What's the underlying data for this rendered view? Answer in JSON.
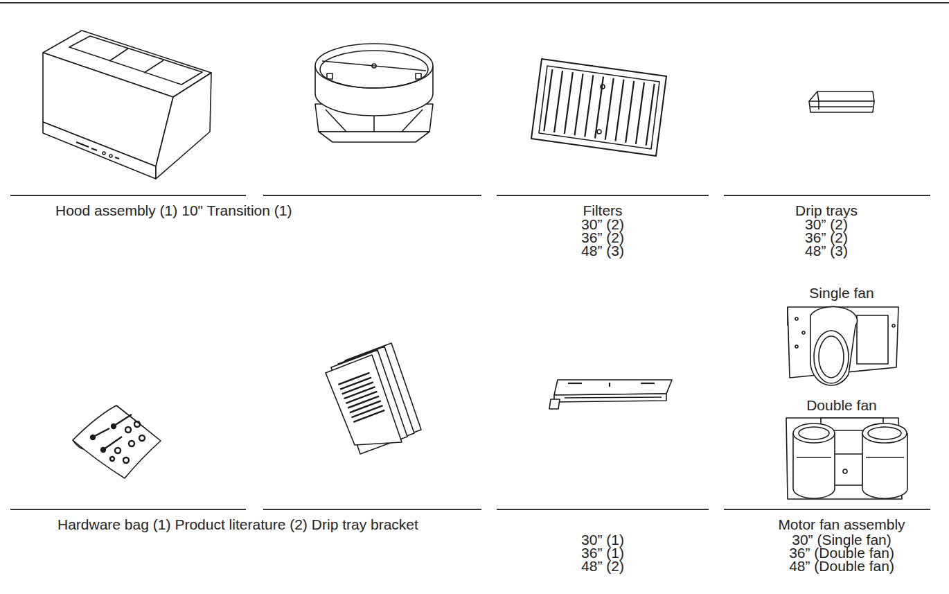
{
  "diagram": {
    "labels": [
      "Hood assembly (1)",
      "10\" Transition (1)",
      "Filters",
      "30” (2)",
      "36” (2)",
      "48” (3)",
      "Drip trays",
      "30” (2)",
      "36” (2)",
      "48” (3)",
      "Single fan",
      "Double fan",
      "Hardware bag (1)",
      "Product literature (2)",
      "Drip tray bracket",
      "30” (1)",
      "36” (1)",
      "48” (2)",
      "Motor fan assembly",
      "30” (Single fan)",
      "36” (Double fan)",
      "48” (Double fan)"
    ]
  }
}
